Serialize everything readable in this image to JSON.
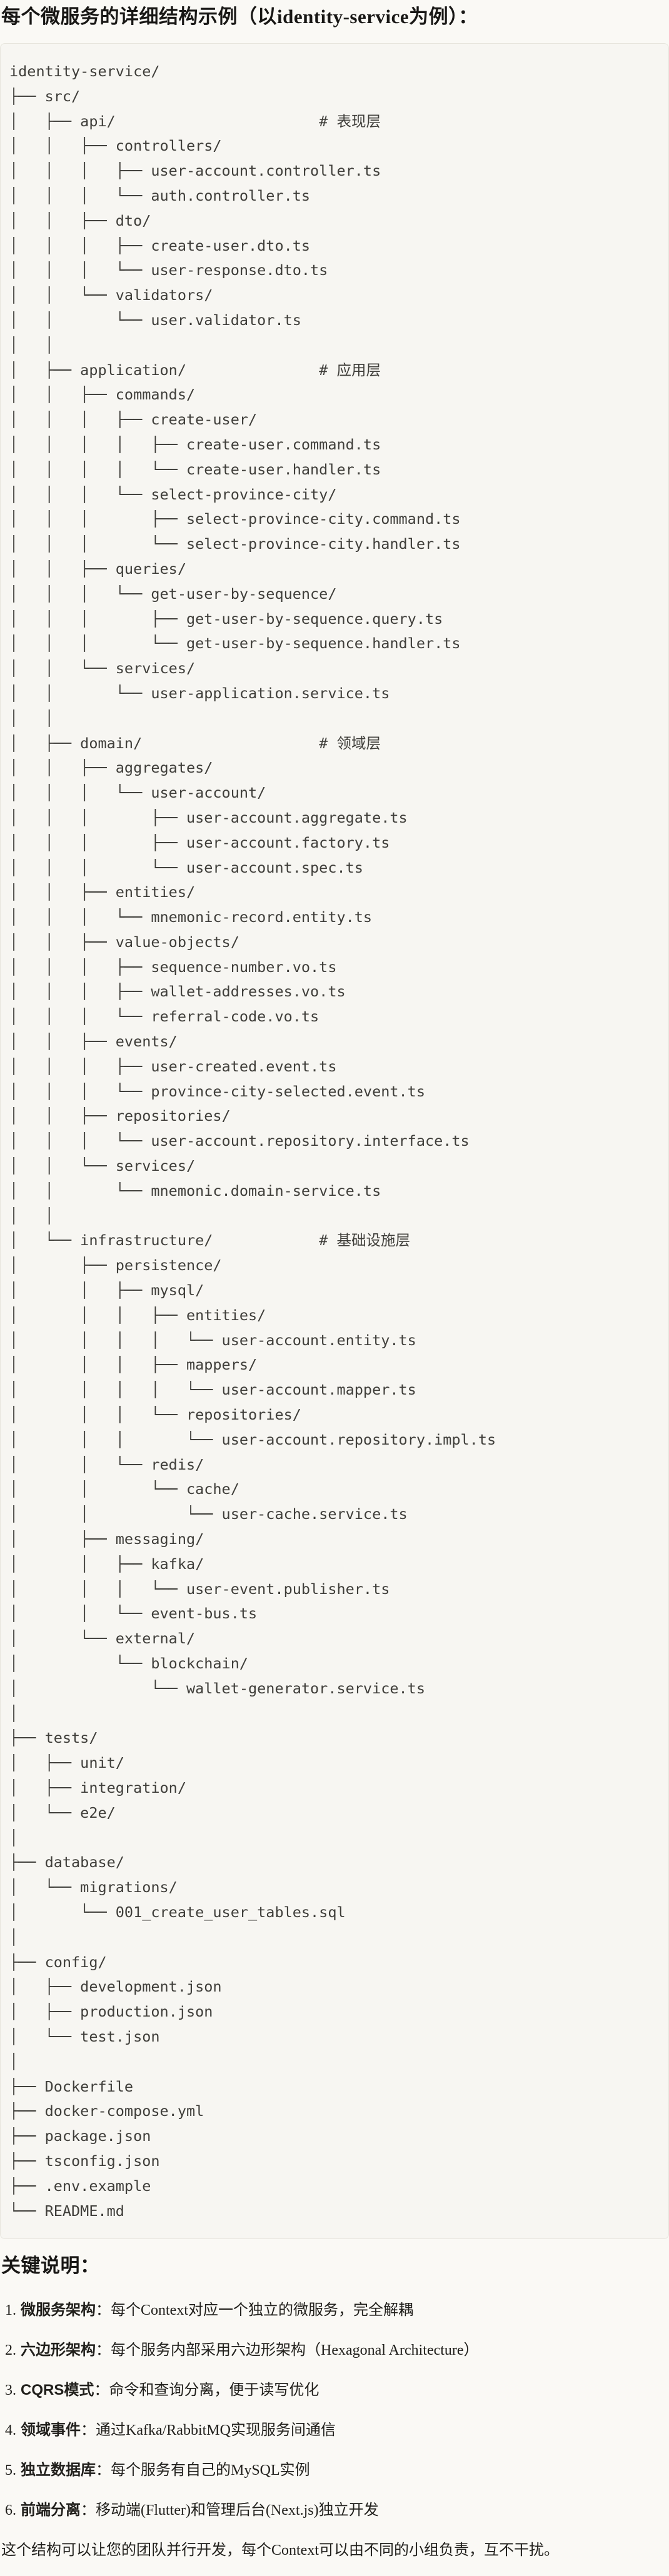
{
  "title": {
    "prefix": "每个微服务的详细结构示例（以",
    "code": "identity-service",
    "suffix": "为例）："
  },
  "tree": {
    "lines": [
      "identity-service/",
      "├── src/",
      "│   ├── api/                       # 表现层",
      "│   │   ├── controllers/",
      "│   │   │   ├── user-account.controller.ts",
      "│   │   │   └── auth.controller.ts",
      "│   │   ├── dto/",
      "│   │   │   ├── create-user.dto.ts",
      "│   │   │   └── user-response.dto.ts",
      "│   │   └── validators/",
      "│   │       └── user.validator.ts",
      "│   │",
      "│   ├── application/               # 应用层",
      "│   │   ├── commands/",
      "│   │   │   ├── create-user/",
      "│   │   │   │   ├── create-user.command.ts",
      "│   │   │   │   └── create-user.handler.ts",
      "│   │   │   └── select-province-city/",
      "│   │   │       ├── select-province-city.command.ts",
      "│   │   │       └── select-province-city.handler.ts",
      "│   │   ├── queries/",
      "│   │   │   └── get-user-by-sequence/",
      "│   │   │       ├── get-user-by-sequence.query.ts",
      "│   │   │       └── get-user-by-sequence.handler.ts",
      "│   │   └── services/",
      "│   │       └── user-application.service.ts",
      "│   │",
      "│   ├── domain/                    # 领域层",
      "│   │   ├── aggregates/",
      "│   │   │   └── user-account/",
      "│   │   │       ├── user-account.aggregate.ts",
      "│   │   │       ├── user-account.factory.ts",
      "│   │   │       └── user-account.spec.ts",
      "│   │   ├── entities/",
      "│   │   │   └── mnemonic-record.entity.ts",
      "│   │   ├── value-objects/",
      "│   │   │   ├── sequence-number.vo.ts",
      "│   │   │   ├── wallet-addresses.vo.ts",
      "│   │   │   └── referral-code.vo.ts",
      "│   │   ├── events/",
      "│   │   │   ├── user-created.event.ts",
      "│   │   │   └── province-city-selected.event.ts",
      "│   │   ├── repositories/",
      "│   │   │   └── user-account.repository.interface.ts",
      "│   │   └── services/",
      "│   │       └── mnemonic.domain-service.ts",
      "│   │",
      "│   └── infrastructure/            # 基础设施层",
      "│       ├── persistence/",
      "│       │   ├── mysql/",
      "│       │   │   ├── entities/",
      "│       │   │   │   └── user-account.entity.ts",
      "│       │   │   ├── mappers/",
      "│       │   │   │   └── user-account.mapper.ts",
      "│       │   │   └── repositories/",
      "│       │   │       └── user-account.repository.impl.ts",
      "│       │   └── redis/",
      "│       │       └── cache/",
      "│       │           └── user-cache.service.ts",
      "│       ├── messaging/",
      "│       │   ├── kafka/",
      "│       │   │   └── user-event.publisher.ts",
      "│       │   └── event-bus.ts",
      "│       └── external/",
      "│           └── blockchain/",
      "│               └── wallet-generator.service.ts",
      "│",
      "├── tests/",
      "│   ├── unit/",
      "│   ├── integration/",
      "│   └── e2e/",
      "│",
      "├── database/",
      "│   └── migrations/",
      "│       └── 001_create_user_tables.sql",
      "│",
      "├── config/",
      "│   ├── development.json",
      "│   ├── production.json",
      "│   └── test.json",
      "│",
      "├── Dockerfile",
      "├── docker-compose.yml",
      "├── package.json",
      "├── tsconfig.json",
      "├── .env.example",
      "└── README.md"
    ]
  },
  "notes": {
    "heading": "关键说明：",
    "items": [
      {
        "num": "1.",
        "label": "微服务架构",
        "desc": "：每个Context对应一个独立的微服务，完全解耦"
      },
      {
        "num": "2.",
        "label": "六边形架构",
        "desc": "：每个服务内部采用六边形架构（Hexagonal Architecture）"
      },
      {
        "num": "3.",
        "label": "CQRS模式",
        "desc": "：命令和查询分离，便于读写优化"
      },
      {
        "num": "4.",
        "label": "领域事件",
        "desc": "：通过Kafka/RabbitMQ实现服务间通信"
      },
      {
        "num": "5.",
        "label": "独立数据库",
        "desc": "：每个服务有自己的MySQL实例"
      },
      {
        "num": "6.",
        "label": "前端分离",
        "desc": "：移动端(Flutter)和管理后台(Next.js)独立开发"
      }
    ],
    "closing": "这个结构可以让您的团队并行开发，每个Context可以由不同的小组负责，互不干扰。"
  },
  "colors": {
    "page_bg": "#FAF9F5",
    "code_bg": "#F7F6F2",
    "code_border": "#E7E5DD",
    "code_text": "#3F3E3A",
    "heading_text": "#181715",
    "body_text": "#21201C"
  }
}
